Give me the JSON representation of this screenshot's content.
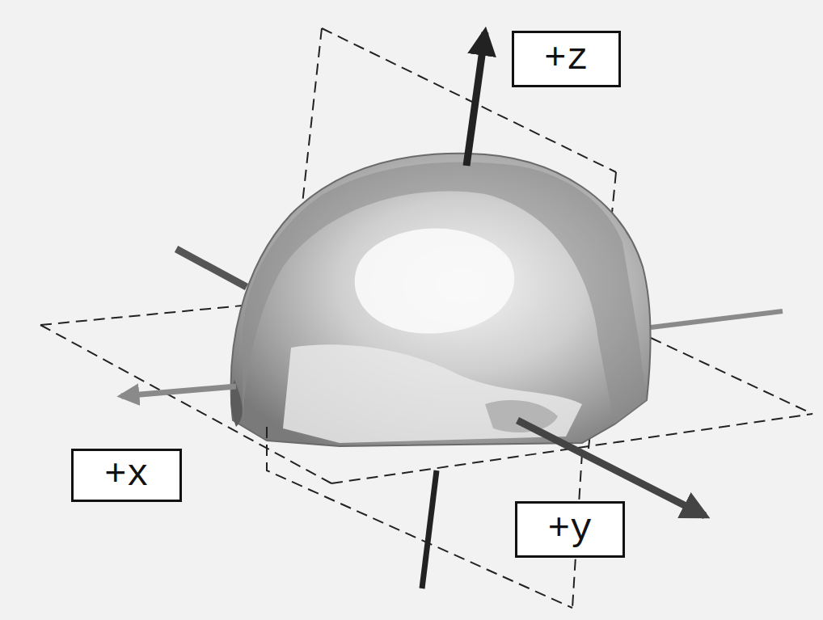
{
  "diagram": {
    "nodes": [
      {
        "text": [
          "+z"
        ]
      },
      {
        "text": [
          "+x"
        ]
      },
      {
        "text": [
          "+y"
        ]
      }
    ]
  }
}
